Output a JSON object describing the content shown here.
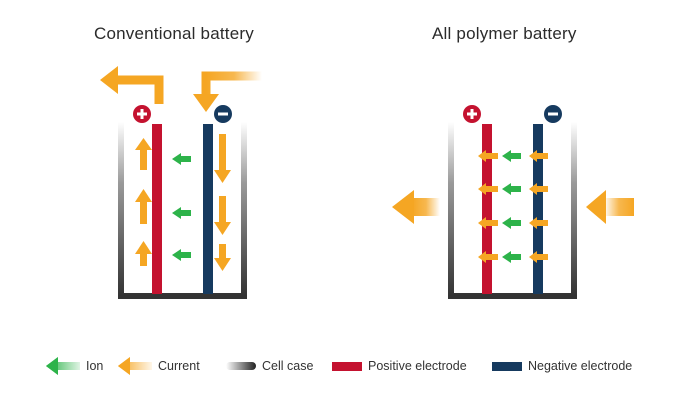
{
  "titles": {
    "conventional": "Conventional battery",
    "polymer": "All polymer battery"
  },
  "legend": {
    "ion": "Ion",
    "current": "Current",
    "cell_case": "Cell case",
    "positive": "Positive electrode",
    "negative": "Negative electrode"
  },
  "colors": {
    "ion": "#2db34a",
    "current": "#f5a623",
    "positive": "#c4122f",
    "negative": "#163a5f",
    "case": "#3a3a3a"
  },
  "icons": {
    "positive_terminal": "plus-circle-icon",
    "negative_terminal": "minus-circle-icon"
  }
}
